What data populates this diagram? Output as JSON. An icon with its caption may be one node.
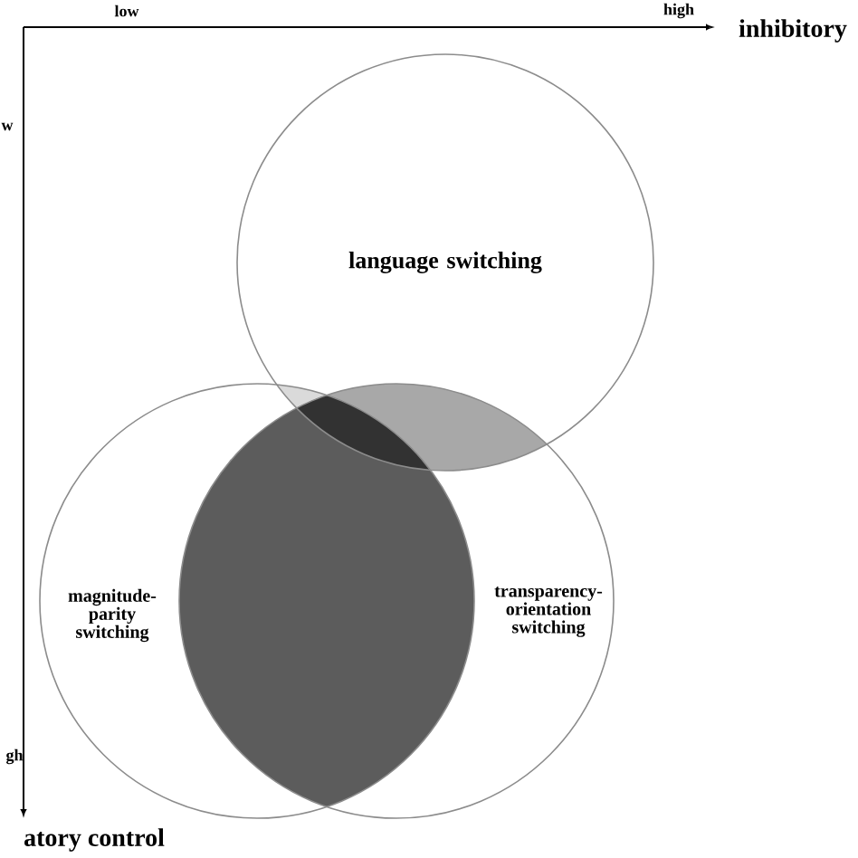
{
  "diagram": {
    "nodes": [
      {
        "text": [
          "language switching"
        ]
      },
      {
        "text": [
          "magnitude- parity switching"
        ]
      },
      {
        "text": [
          "transparency- orientation switching"
        ]
      }
    ],
    "edges": [],
    "labels": [
      "low",
      "high",
      "inhibitory",
      "w",
      "gh",
      "atory control"
    ]
  }
}
